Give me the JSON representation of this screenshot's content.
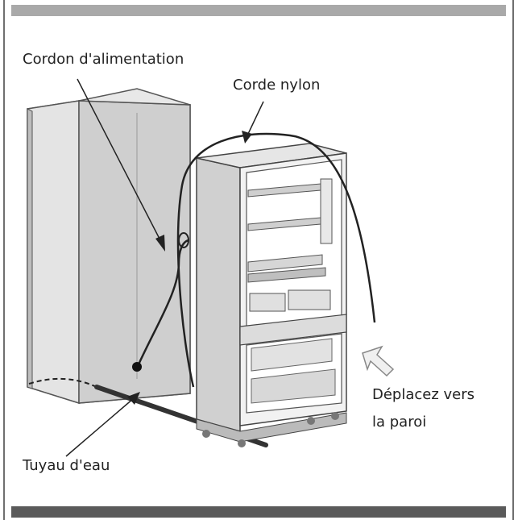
{
  "labels": {
    "power_cord": "Cordon d'alimentation",
    "nylon_rope": "Corde nylon",
    "move_to_wall_line1": "Déplacez vers",
    "move_to_wall_line2": "la paroi",
    "water_pipe": "Tuyau d'eau"
  },
  "colors": {
    "top_bar": "#a9a9a9",
    "bottom_bar": "#5a5a5a",
    "cabinet": "#d9d9d9",
    "line": "#2b2b2b"
  }
}
